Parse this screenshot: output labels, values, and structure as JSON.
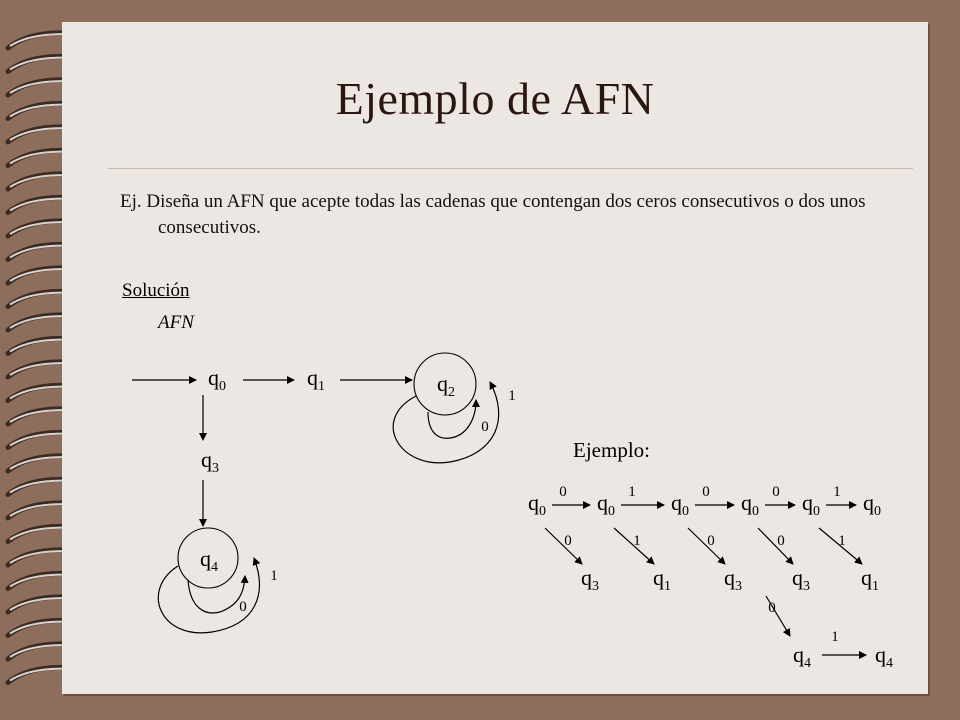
{
  "title": "Ejemplo de AFN",
  "exercise": "Ej. Diseña un AFN que acepte todas las cadenas que contengan dos ceros consecutivos o dos unos consecutivos.",
  "solution_label": "Solución",
  "afn_label": "AFN",
  "example_label": "Ejemplo:",
  "automaton": {
    "states": [
      "q0",
      "q1",
      "q2",
      "q3",
      "q4"
    ],
    "q2_loop_labels": [
      "1",
      "0"
    ],
    "q4_loop_labels": [
      "1",
      "0"
    ]
  },
  "computation": {
    "top_row": [
      "q0",
      "q0",
      "q0",
      "q0",
      "q0",
      "q0"
    ],
    "top_symbols": [
      "0",
      "1",
      "0",
      "0",
      "1"
    ],
    "branch_symbols": [
      "0",
      "1",
      "0",
      "0",
      "1"
    ],
    "bottom_row": [
      "q3",
      "q1",
      "q3",
      "q3",
      "q1"
    ],
    "last_branch_symbol": "0",
    "final_row": [
      "q4",
      "q4"
    ],
    "final_symbol": "1"
  },
  "colors": {
    "background": "#8d6e5c",
    "slide": "#ede7e3",
    "title": "#2a1712"
  }
}
